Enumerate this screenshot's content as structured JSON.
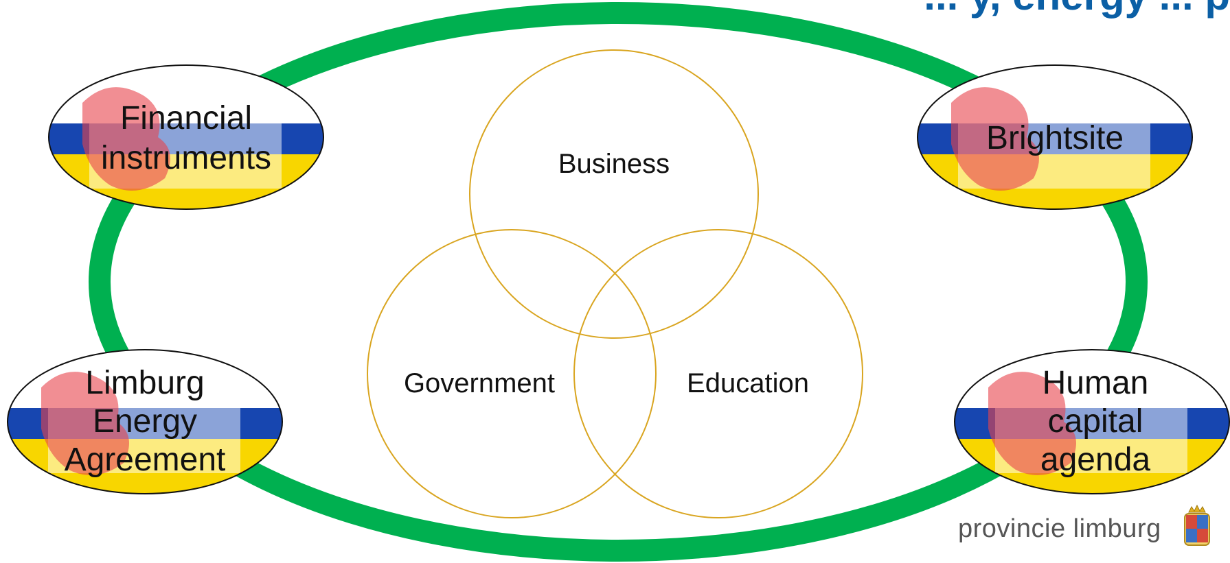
{
  "title": "... y, energy ... p",
  "venn": {
    "circles": [
      {
        "label": "Business"
      },
      {
        "label": "Government"
      },
      {
        "label": "Education"
      }
    ],
    "stroke_color": "#d9a520"
  },
  "ring": {
    "color": "#00b050"
  },
  "nodes": [
    {
      "lines": [
        "Financial",
        "instruments"
      ]
    },
    {
      "lines": [
        "Brightsite"
      ]
    },
    {
      "lines": [
        "Limburg",
        "Energy",
        "Agreement"
      ]
    },
    {
      "lines": [
        "Human",
        "capital",
        "agenda"
      ]
    }
  ],
  "flag_colors": {
    "blue": "#1746b0",
    "yellow": "#f8d600",
    "lion": "#e8434b"
  },
  "footer": {
    "logo_text": "provincie limburg",
    "crest_icon": "limburg-crest-icon"
  }
}
